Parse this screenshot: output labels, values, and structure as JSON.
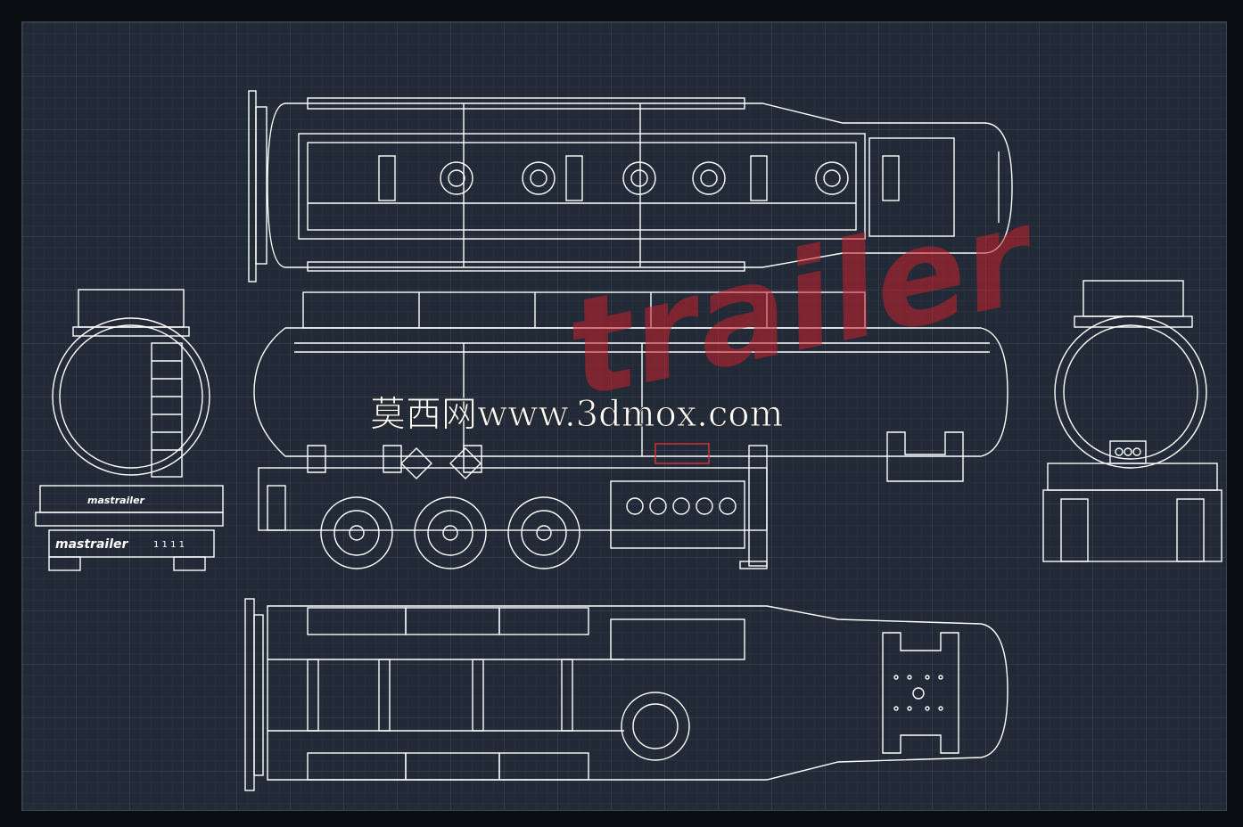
{
  "watermark": {
    "site_text": "莫西网www.3dmox.com",
    "brand_text": "trailer",
    "color": "#c8202c"
  },
  "badges": {
    "rear_badge_brand": "mastrailer",
    "rear_plate_text": "mastrailer",
    "rear_plate_number": "1 1 1 1"
  },
  "colors": {
    "canvas": "#212a36",
    "line": "#ffffff",
    "accent_red": "#e0303a"
  }
}
